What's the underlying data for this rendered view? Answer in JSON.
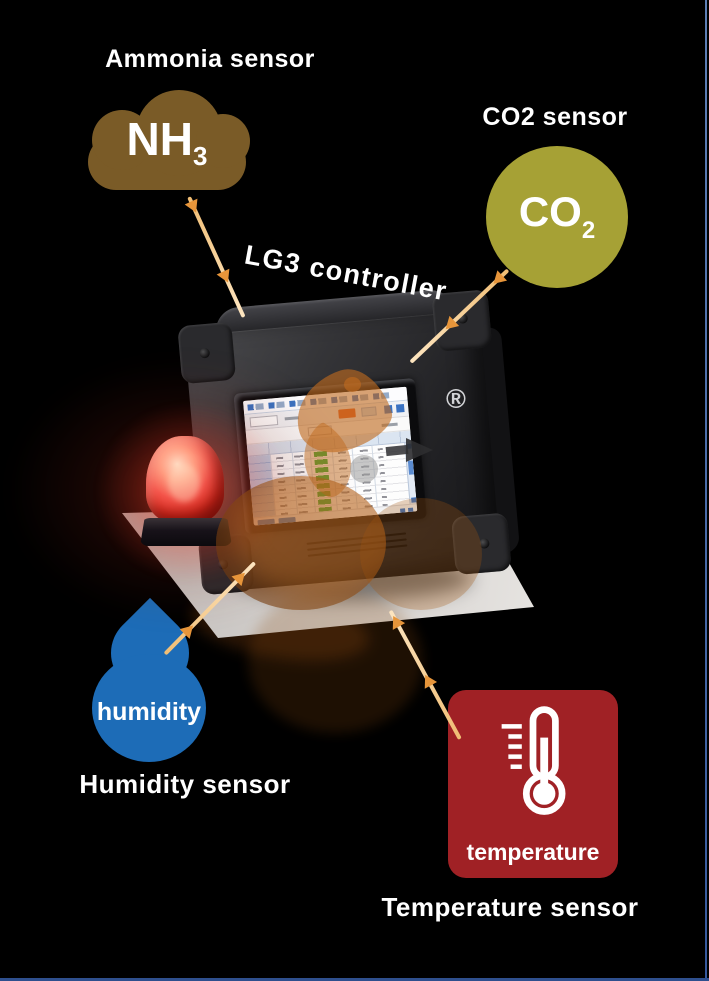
{
  "page": {
    "background_color": "#000000",
    "frame_line_color": "#4a6da6"
  },
  "controller": {
    "label": "LG3 controller",
    "registered_mark": "®",
    "body_color": "#2b2b2e",
    "has_alarm_beacon": true,
    "beacon_color": "#e8392a"
  },
  "sensors": {
    "ammonia": {
      "title": "Ammonia sensor",
      "symbol": "NH",
      "symbol_sub": "3",
      "shape": "cloud",
      "color": "#7a5b27"
    },
    "co2": {
      "title": "CO2 sensor",
      "symbol": "CO",
      "symbol_sub": "2",
      "shape": "circle",
      "color": "#a6a135"
    },
    "humidity": {
      "title": "Humidity sensor",
      "symbol": "humidity",
      "shape": "drop",
      "color": "#1d6cb7"
    },
    "temperature": {
      "title": "Temperature sensor",
      "symbol": "temperature",
      "shape": "rounded-square",
      "color": "#a02125"
    }
  },
  "connections": [
    {
      "from": "ammonia",
      "to": "controller"
    },
    {
      "from": "co2",
      "to": "controller"
    },
    {
      "from": "humidity",
      "to": "controller"
    },
    {
      "from": "temperature",
      "to": "controller"
    }
  ],
  "colors": {
    "arrow_line": "#f3c98c",
    "arrow_head": "#e7953a",
    "label_text": "#ffffff",
    "shelf": "#d6d3d0",
    "watermark": "#c06a1e",
    "screen_green_bars": "#2caf38",
    "screen_accent_blue": "#3a72c2",
    "screen_accent_orange": "#e2571f"
  }
}
